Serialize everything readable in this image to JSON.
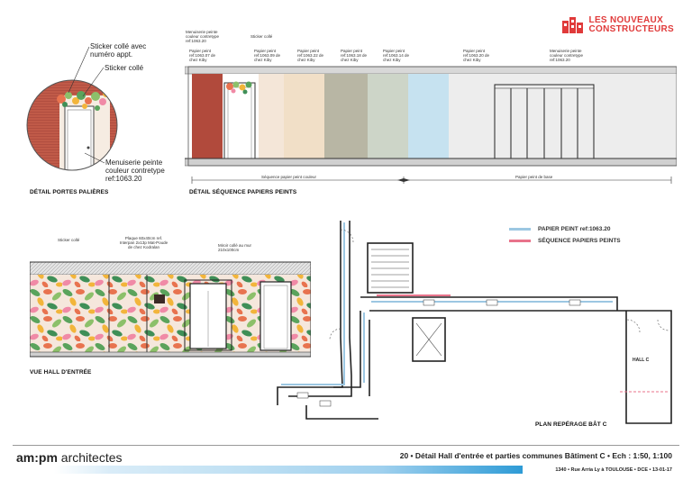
{
  "brand": {
    "logo_line1": "LES NOUVEAUX",
    "logo_line2": "CONSTRUCTEURS",
    "accent_color": "#e03a3a"
  },
  "door_detail": {
    "label_sticker_number": "Sticker collé avec numéro appt.",
    "label_sticker": "Sticker collé",
    "label_menuiserie": "Menuiserie peinte couleur contretype ref:1063.20",
    "caption": "DÉTAIL PORTES PALIÈRES"
  },
  "sequence_detail": {
    "caption": "DÉTAIL SÉQUENCE PAPIERS PEINTS",
    "top_labels": [
      "Menuiserie peinte couleur contretype ref:1063.20",
      "Sticker collé",
      "Papier peint ref:1063.07 de chez Kiby",
      "Papier peint ref:1063.09 de chez Kiby",
      "Papier peint ref:1063.22 de chez Kiby",
      "Papier peint ref:1063.18 de chez Kiby",
      "Papier peint ref:1063.14 de chez Kiby",
      "Papier peint ref:1063.20 de chez Kiby",
      "Menuiserie peinte couleur contretype ref:1063.20"
    ],
    "seq_color_label": "Séquence papier peint couleur",
    "seq_base_label": "Papier peint de base",
    "panel_colors": [
      "#b14a3c",
      "#ffffff",
      "#f1e1d5",
      "#f3e5c3",
      "#b9b7a4",
      "#ced5c8",
      "#c9e3f0",
      "#eeeeee"
    ]
  },
  "hall_view": {
    "caption": "VUE HALL D'ENTRÉE",
    "label_sticker": "Sticker collé",
    "label_plaque": "Plaque 60x40cm ref. Interpan 2x13p Mat-Poude de chez Kodralan",
    "label_miroir": "Miroir collé au mur 210x100cm"
  },
  "plan": {
    "caption": "PLAN REPÉRAGE BÂT C",
    "hall_label": "HALL C",
    "legend": [
      {
        "label": "PAPIER PEINT ref:1063.20",
        "color": "#9cc7e2"
      },
      {
        "label": "SÉQUENCE PAPIERS PEINTS",
        "color": "#e8738b"
      }
    ]
  },
  "footer": {
    "architect_bold": "am:pm",
    "architect_light": "architectes",
    "project": "20 • Détail Hall d'entrée et parties communes Bâtiment C • Ech : 1:50, 1:100",
    "address": "1340 • Rue Arria Ly à TOULOUSE • DCE • 13-01-17"
  }
}
